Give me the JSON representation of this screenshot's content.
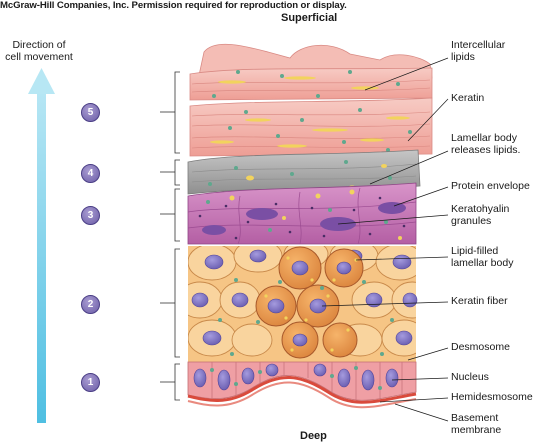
{
  "credit": "McGraw-Hill Companies, Inc. Permission required for reproduction or display.",
  "top_label": "Superficial",
  "bottom_label": "Deep",
  "direction_label": "Direction of cell movement",
  "direction_line1": "Direction of",
  "direction_line2": "cell movement",
  "steps": [
    "5",
    "4",
    "3",
    "2",
    "1"
  ],
  "labels": {
    "intercellular_lipids": [
      "Intercellular",
      "lipids"
    ],
    "keratin": "Keratin",
    "lamellar_body_releases": [
      "Lamellar body",
      "releases lipids."
    ],
    "protein_envelope": "Protein envelope",
    "keratohyalin_granules": [
      "Keratohyalin",
      "granules"
    ],
    "lipid_filled_lamellar_body": [
      "Lipid-filled",
      "lamellar body"
    ],
    "keratin_fiber": "Keratin fiber",
    "desmosome": "Desmosome",
    "nucleus": "Nucleus",
    "hemidesmosome": "Hemidesmosome",
    "basement_membrane": [
      "Basement",
      "membrane"
    ]
  },
  "colors": {
    "arrow": "#6fcbe6",
    "stratum_corneum": "#f2b6ae",
    "stratum_lucidum": "#a9a9a9",
    "stratum_granulosum": "#c77ab8",
    "stratum_spinosum": "#f6c585",
    "stratum_basale": "#ef9a9f",
    "nucleus": "#8478c6",
    "lamellar_body": "#f2e06a",
    "basement_membrane": "#d94a3c"
  }
}
